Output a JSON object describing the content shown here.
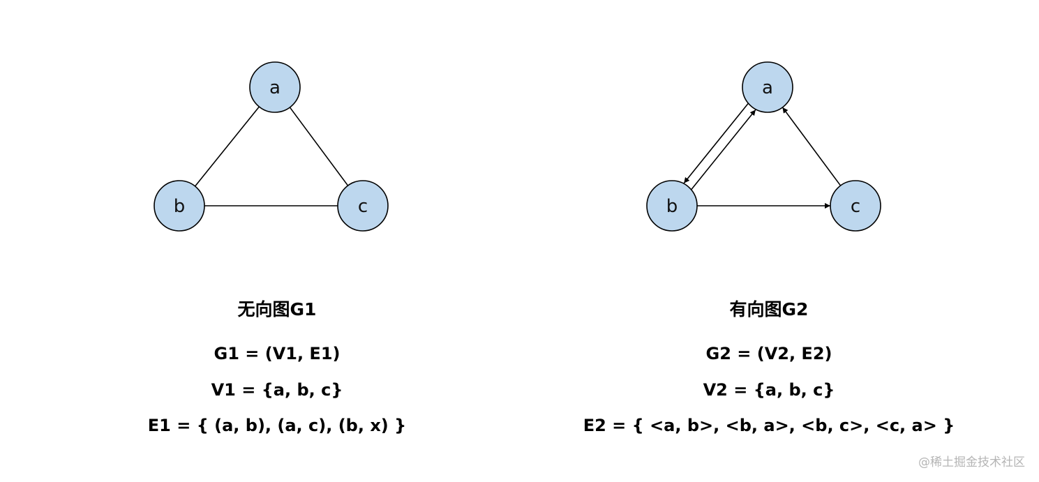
{
  "colors": {
    "node_fill": "#bdd7ee",
    "node_stroke": "#000000",
    "edge": "#000000",
    "text": "#000000",
    "watermark": "#b5b5b5"
  },
  "graphs": [
    {
      "id": "g1",
      "directed": false,
      "nodes": [
        "a",
        "b",
        "c"
      ],
      "edges": [
        [
          "a",
          "b"
        ],
        [
          "a",
          "c"
        ],
        [
          "b",
          "c"
        ]
      ],
      "title": "无向图G1",
      "formulas": [
        "G1 = (V1, E1)",
        "V1 = {a, b, c}",
        "E1 = { (a, b), (a, c), (b, x) }"
      ]
    },
    {
      "id": "g2",
      "directed": true,
      "nodes": [
        "a",
        "b",
        "c"
      ],
      "edges": [
        [
          "b",
          "a"
        ],
        [
          "a",
          "b"
        ],
        [
          "b",
          "c"
        ],
        [
          "c",
          "a"
        ]
      ],
      "title": "有向图G2",
      "formulas": [
        "G2 = (V2, E2)",
        "V2 = {a, b, c}",
        "E2 = { <a, b>, <b, a>, <b, c>, <c, a> }"
      ]
    }
  ],
  "watermark": "@稀土掘金技术社区"
}
